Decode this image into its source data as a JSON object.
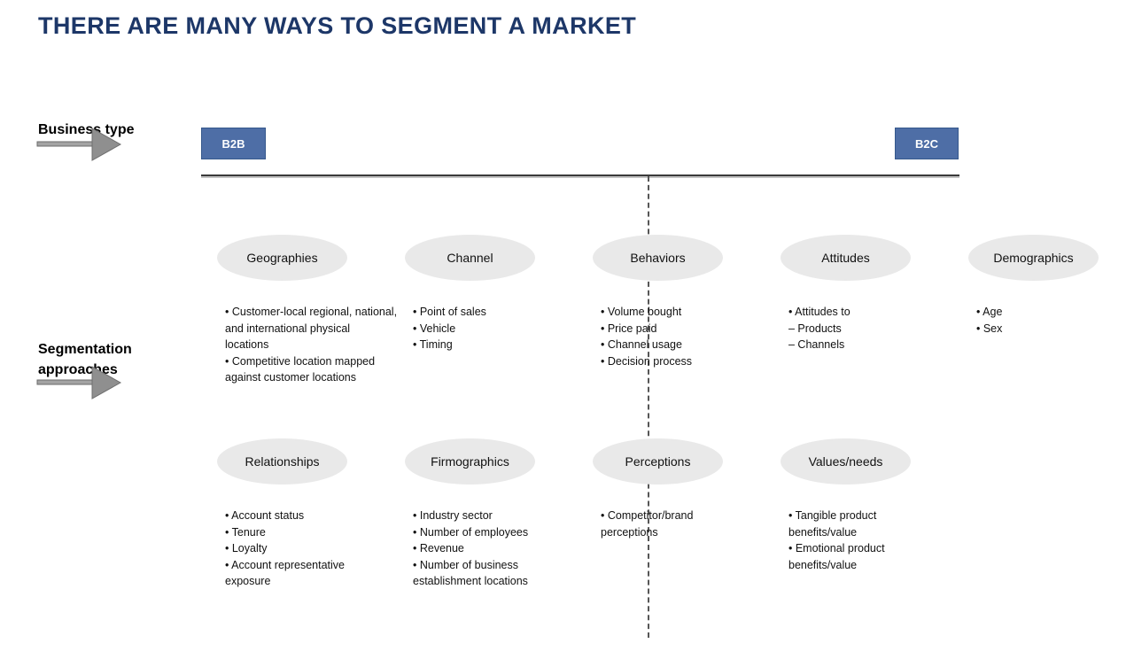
{
  "title": "THERE ARE MANY WAYS TO SEGMENT A MARKET",
  "labels": {
    "business_type": "Business type",
    "segmentation": "Segmentation approaches"
  },
  "axis": {
    "left_button": "B2B",
    "right_button": "B2C"
  },
  "colors": {
    "title": "#1d3768",
    "button_blue": "#4e6ea6",
    "button_border": "#36588c",
    "ellipse_gray": "#e9e9e9",
    "arrow_gray": "#8f8f8f",
    "line_dark": "#3a3a3a",
    "dash_gray": "#565656"
  },
  "rows": [
    {
      "columns": [
        {
          "title": "Geographies",
          "items": [
            "• Customer-local regional, national,",
            "and international physical",
            "locations",
            "• Competitive location mapped",
            "against customer locations"
          ]
        },
        {
          "title": "Channel",
          "items": [
            "• Point of sales",
            "• Vehicle",
            "• Timing"
          ]
        },
        {
          "title": "Behaviors",
          "items": [
            "• Volume bought",
            "• Price paid",
            "• Channel usage",
            "• Decision process"
          ]
        },
        {
          "title": "Attitudes",
          "items": [
            "• Attitudes to",
            "– Products",
            "– Channels"
          ]
        },
        {
          "title": "Demographics",
          "items": [
            "• Age",
            "• Sex"
          ]
        }
      ]
    },
    {
      "columns": [
        {
          "title": "Relationships",
          "items": [
            "• Account status",
            "• Tenure",
            "• Loyalty",
            "• Account representative",
            "exposure"
          ]
        },
        {
          "title": "Firmographics",
          "items": [
            "• Industry sector",
            "• Number of employees",
            "• Revenue",
            "• Number of business",
            "establishment locations"
          ]
        },
        {
          "title": "Perceptions",
          "items": [
            "• Competitor/brand",
            "perceptions"
          ]
        },
        {
          "title": "Values/needs",
          "items": [
            "• Tangible product",
            "benefits/value",
            "• Emotional product",
            "benefits/value"
          ]
        }
      ]
    }
  ]
}
